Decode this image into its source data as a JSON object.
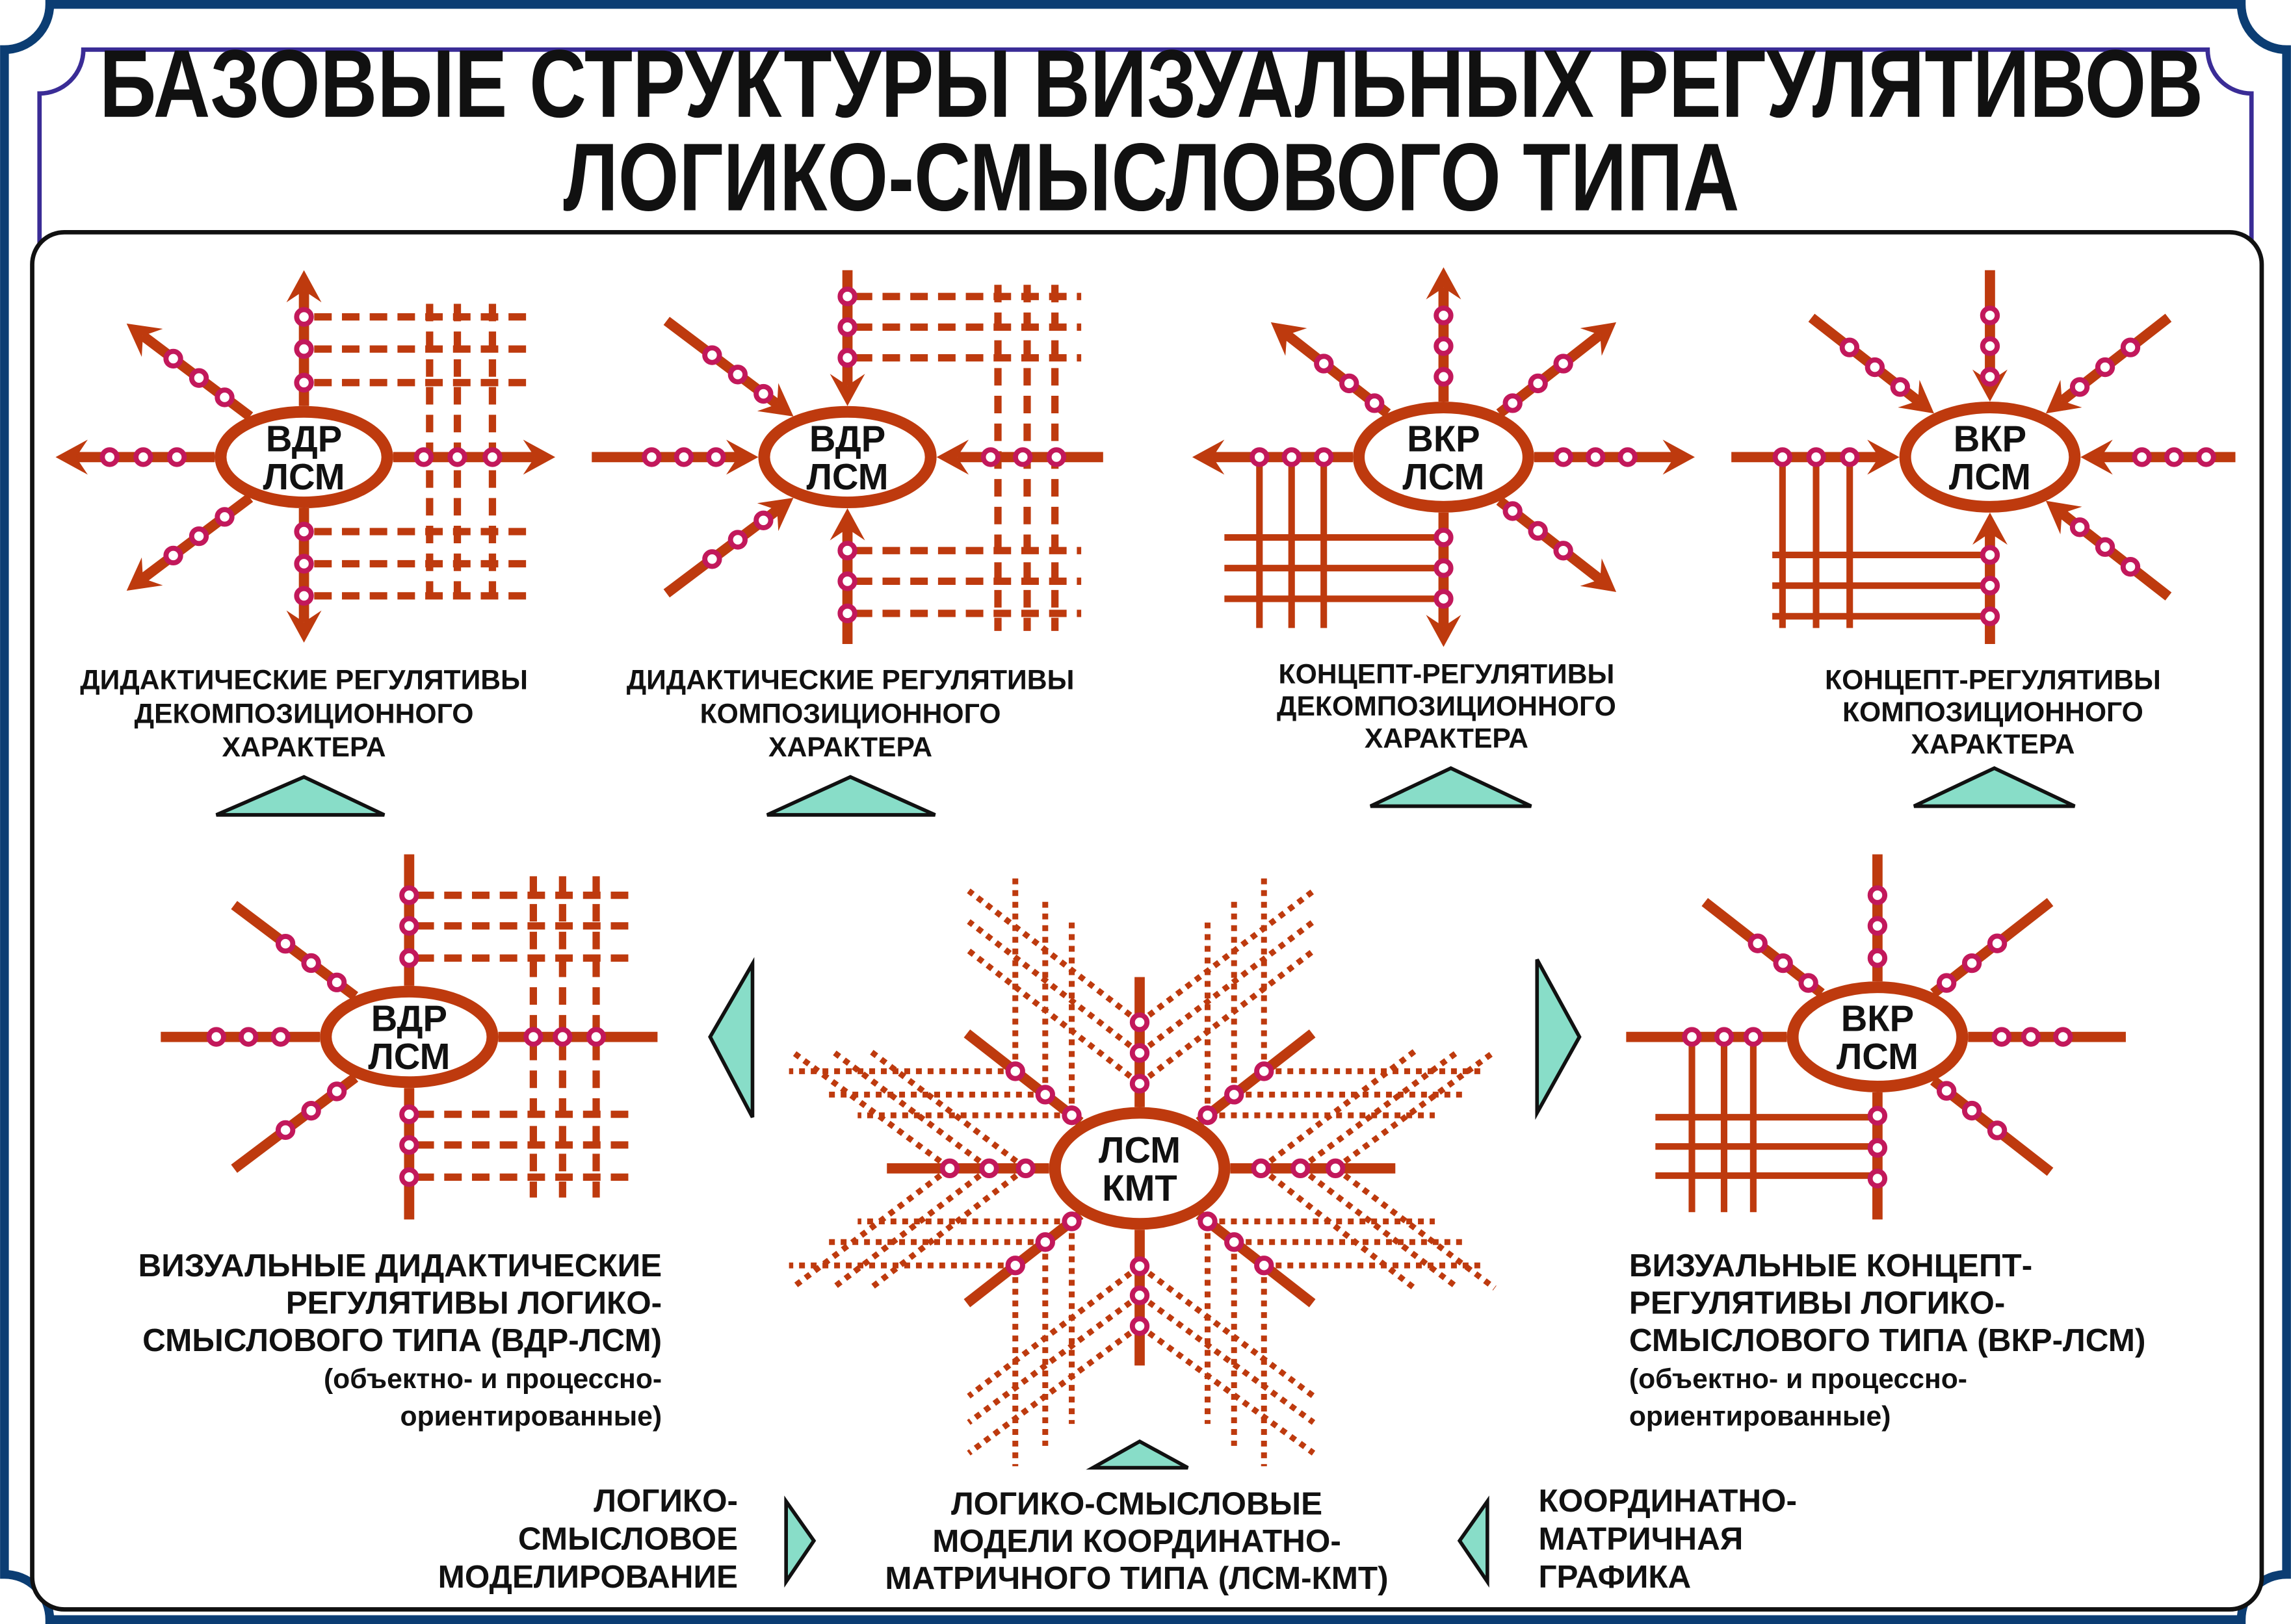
{
  "title": {
    "line1": "БАЗОВЫЕ СТРУКТУРЫ ВИЗУАЛЬНЫХ РЕГУЛЯТИВОВ",
    "line2": "ЛОГИКО-СМЫСЛОВОГО ТИПА"
  },
  "colors": {
    "outer_border": "#0B3D73",
    "inner_border": "#3A2C96",
    "panel_border": "#111111",
    "spoke": "#BE3A0E",
    "node": "#C2185B",
    "triangle": "#88DDC8"
  },
  "diagrams": {
    "d1": {
      "label1": "ВДР",
      "label2": "ЛСМ",
      "caption": [
        "ДИДАКТИЧЕСКИЕ РЕГУЛЯТИВЫ",
        "ДЕКОМПОЗИЦИОННОГО",
        "ХАРАКТЕРА"
      ]
    },
    "d2": {
      "label1": "ВДР",
      "label2": "ЛСМ",
      "caption": [
        "ДИДАКТИЧЕСКИЕ РЕГУЛЯТИВЫ",
        "КОМПОЗИЦИОННОГО",
        "ХАРАКТЕРА"
      ]
    },
    "d3": {
      "label1": "ВКР",
      "label2": "ЛСМ",
      "caption": [
        "КОНЦЕПТ-РЕГУЛЯТИВЫ",
        "ДЕКОМПОЗИЦИОННОГО",
        "ХАРАКТЕРА"
      ]
    },
    "d4": {
      "label1": "ВКР",
      "label2": "ЛСМ",
      "caption": [
        "КОНЦЕПТ-РЕГУЛЯТИВЫ",
        "КОМПОЗИЦИОННОГО",
        "ХАРАКТЕРА"
      ]
    },
    "d5": {
      "label1": "ВДР",
      "label2": "ЛСМ",
      "caption": [
        "ВИЗУАЛЬНЫЕ ДИДАКТИЧЕСКИЕ",
        "РЕГУЛЯТИВЫ ЛОГИКО-",
        "СМЫСЛОВОГО ТИПА (ВДР-ЛСМ)",
        "(объектно- и процессно-",
        "ориентированные)"
      ]
    },
    "d6": {
      "label1": "ВКР",
      "label2": "ЛСМ",
      "caption": [
        "ВИЗУАЛЬНЫЕ КОНЦЕПТ-",
        "РЕГУЛЯТИВЫ ЛОГИКО-",
        "СМЫСЛОВОГО ТИПА (ВКР-ЛСМ)",
        "(объектно- и процессно-",
        "ориентированные)"
      ]
    },
    "center": {
      "label1": "ЛСМ",
      "label2": "КМТ",
      "caption": [
        "ЛОГИКО-СМЫСЛОВЫЕ",
        "МОДЕЛИ КООРДИНАТНО-",
        "МАТРИЧНОГО ТИПА (ЛСМ-КМТ)"
      ]
    }
  },
  "bottom": {
    "left": [
      "ЛОГИКО-",
      "СМЫСЛОВОЕ",
      "МОДЕЛИРОВАНИЕ"
    ],
    "right": [
      "КООРДИНАТНО-",
      "МАТРИЧНАЯ",
      "ГРАФИКА"
    ]
  }
}
